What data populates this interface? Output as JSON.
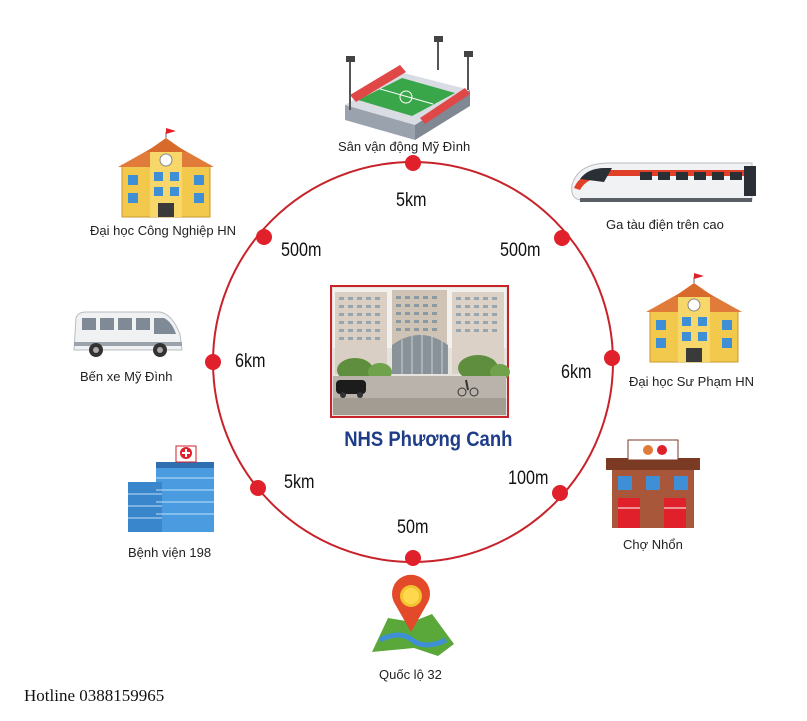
{
  "center": {
    "title": "NHS Phương Canh"
  },
  "places": [
    {
      "name": "Sân vận động Mỹ Đình",
      "distance": "5km",
      "icon": "stadium-icon"
    },
    {
      "name": "Ga tàu điện trên cao",
      "distance": "500m",
      "icon": "train-icon"
    },
    {
      "name": "Đại học Sư Phạm HN",
      "distance": "6km",
      "icon": "university-icon"
    },
    {
      "name": "Chợ Nhổn",
      "distance": "100m",
      "icon": "market-icon"
    },
    {
      "name": "Quốc lộ 32",
      "distance": "50m",
      "icon": "map-pin-icon"
    },
    {
      "name": "Bệnh viện 198",
      "distance": "5km",
      "icon": "hospital-icon"
    },
    {
      "name": "Bến xe Mỹ Đình",
      "distance": "6km",
      "icon": "bus-icon"
    },
    {
      "name": "Đại học Công Nghiệp HN",
      "distance": "500m",
      "icon": "university-icon"
    }
  ],
  "footer": {
    "hotline": "Hotline 0388159965"
  },
  "colors": {
    "circle": "#c8222a",
    "title": "#1f3c88",
    "building": "#f2c94c",
    "roof": "#e07b39"
  }
}
